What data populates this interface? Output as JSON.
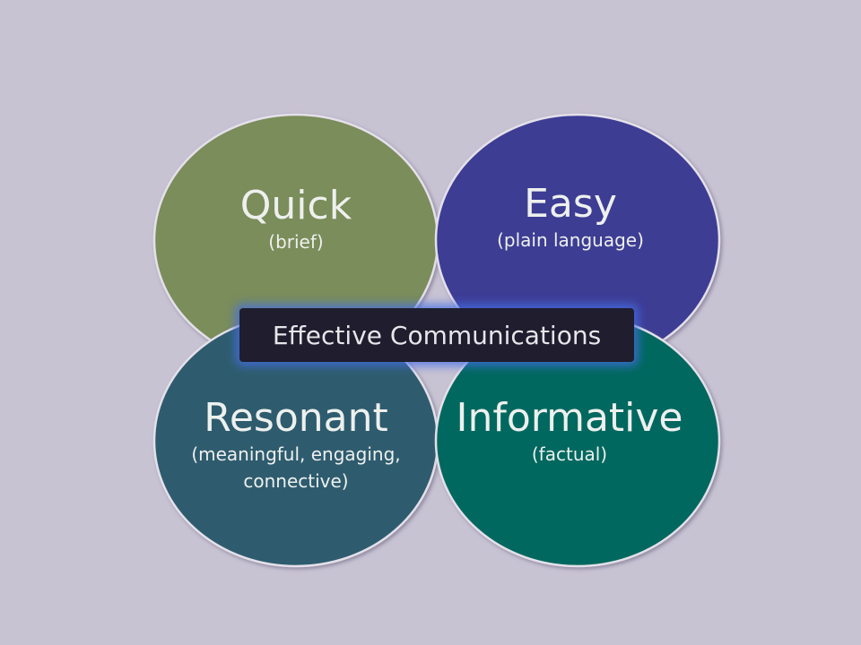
{
  "center": {
    "label": "Effective Communications"
  },
  "quadrants": [
    {
      "title": "Quick",
      "subtitle": "(brief)",
      "color": "#7a8d5a"
    },
    {
      "title": "Easy",
      "subtitle": "(plain language)",
      "color": "#3c3c94"
    },
    {
      "title": "Resonant",
      "subtitle": "(meaningful, engaging, connective)",
      "color": "#2e5c6e"
    },
    {
      "title": "Informative",
      "subtitle": "(factual)",
      "color": "#03675f"
    }
  ],
  "colors": {
    "background": "#c8c3d3",
    "center_box": "#1f1d2e",
    "outline": "#e4e0ea"
  }
}
